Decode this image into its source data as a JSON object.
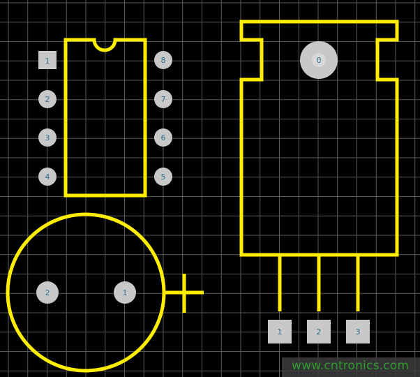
{
  "canvas": {
    "background": "#000000",
    "grid_color": "#5a5a5a",
    "outline_color": "#ffee00",
    "pad_color": "#c8c8c8",
    "pad_label_color": "#8fb8c8"
  },
  "dip8": {
    "pads_left": [
      "1",
      "2",
      "3",
      "4"
    ],
    "pads_right": [
      "8",
      "7",
      "6",
      "5"
    ]
  },
  "to220": {
    "tab_pad": "0",
    "lead_pads": [
      "1",
      "2",
      "3"
    ]
  },
  "radial_cap": {
    "pads": [
      "2",
      "1"
    ],
    "polarity_mark": "+"
  },
  "watermark": "www.cntronics.com"
}
